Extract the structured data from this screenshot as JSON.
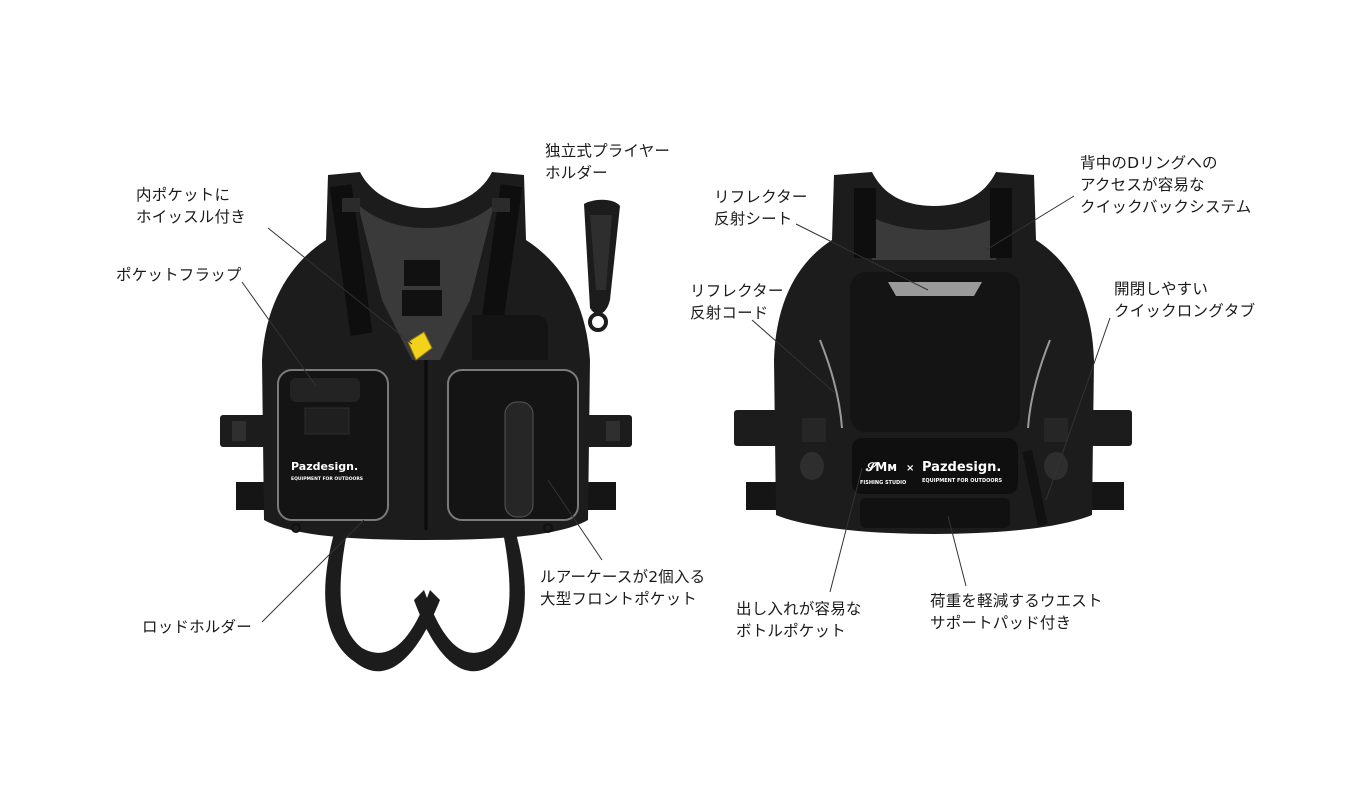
{
  "colors": {
    "vest": "#1c1c1c",
    "vest_dark": "#0e0e0e",
    "mesh": "#3a3a3a",
    "reflector": "#9a9a9a",
    "whistle": "#f2d21b",
    "leader": "#333333"
  },
  "labels": {
    "pliers_holder": [
      "独立式プライヤー",
      "ホルダー"
    ],
    "inner_pocket": [
      "内ポケットに",
      "ホイッスル付き"
    ],
    "pocket_flap": [
      "ポケットフラップ"
    ],
    "rod_holder": [
      "ロッドホルダー"
    ],
    "front_pocket": [
      "ルアーケースが2個入る",
      "大型フロントポケット"
    ],
    "reflector_sheet": [
      "リフレクター",
      "反射シート"
    ],
    "reflector_cord": [
      "リフレクター",
      "反射コード"
    ],
    "dring_access": [
      "背中のDリングへの",
      "アクセスが容易な",
      "クイックバックシステム"
    ],
    "long_tab": [
      "開閉しやすい",
      "クイックロングタブ"
    ],
    "bottle_pocket": [
      "出し入れが容易な",
      "ボトルポケット"
    ],
    "waist_pad": [
      "荷重を軽減するウエスト",
      "サポートパッド付き"
    ]
  },
  "logos": {
    "brand": "Pazdesign.",
    "brand_sub": "EQUIPMENT FOR OUTDOORS",
    "collab_mark": "𝓢Мм",
    "collab_sub": "FISHING STUDIO",
    "cross": "×"
  }
}
